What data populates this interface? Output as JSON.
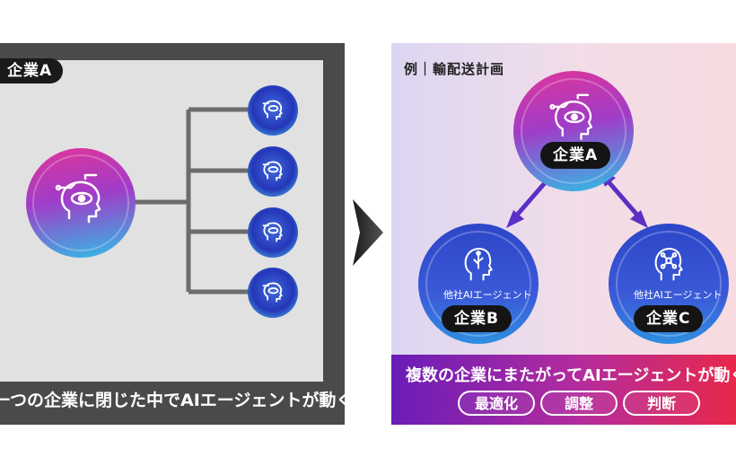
{
  "left": {
    "company_tag": "企業A",
    "caption": "一つの企業に閉じた中でAIエージェントが動く"
  },
  "right": {
    "example_label": "例｜輸配送計画",
    "company_a": "企業A",
    "company_b": "企業B",
    "company_c": "企業C",
    "agent_b_label": "他社AIエージェント",
    "agent_c_label": "他社AIエージェント",
    "caption": "複数の企業にまたがってAIエージェントが動く",
    "pills": [
      "最適化",
      "調整",
      "判断"
    ]
  },
  "icons": {
    "main": "brain-eye-circuit-icon",
    "sub": "brain-eye-circuit-icon",
    "agent_b": "head-circuit-icon",
    "agent_c": "network-nodes-icon",
    "transition": "chevron-right-arrow-icon"
  },
  "colors": {
    "left_bg": "#4a4a4a",
    "left_inner": "#e1e1e1",
    "connector": "#6c6c6c",
    "arrow": "#5a2fc4",
    "caption_gradient_start": "#6a1cb8",
    "caption_gradient_end": "#e8284a"
  }
}
